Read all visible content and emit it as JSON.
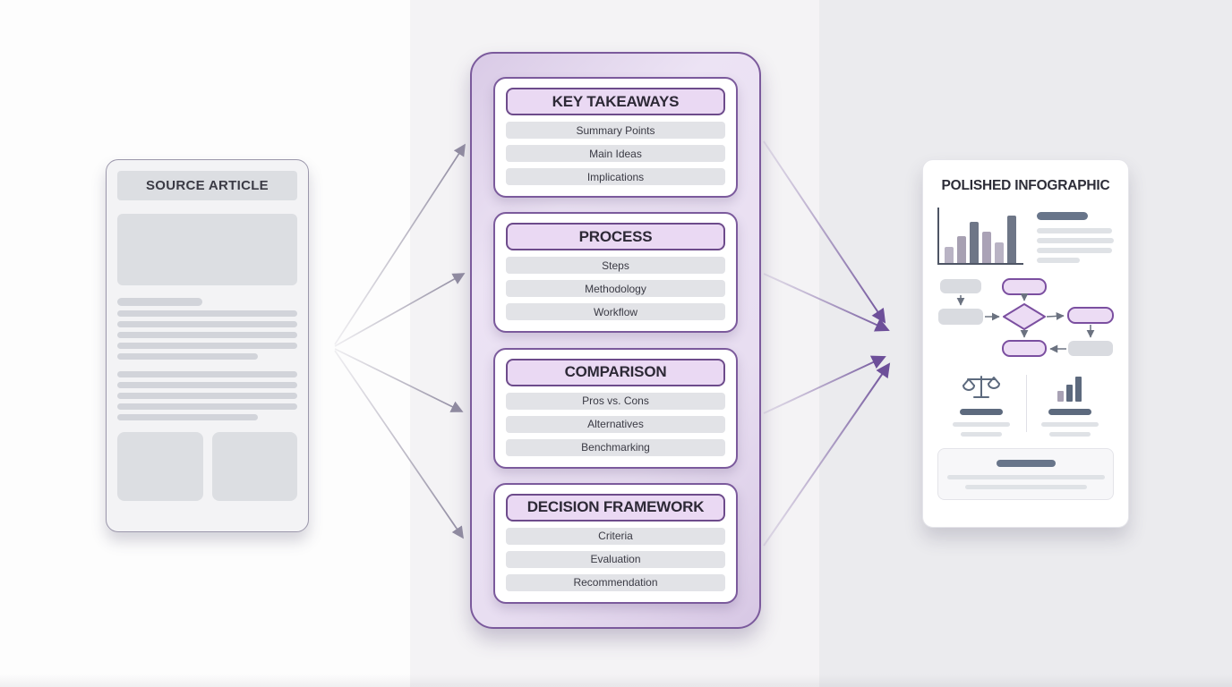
{
  "source_card": {
    "title": "SOURCE ARTICLE"
  },
  "extraction_panel": {
    "sections": [
      {
        "title": "KEY TAKEAWAYS",
        "items": [
          "Summary Points",
          "Main Ideas",
          "Implications"
        ]
      },
      {
        "title": "PROCESS",
        "items": [
          "Steps",
          "Methodology",
          "Workflow"
        ]
      },
      {
        "title": "COMPARISON",
        "items": [
          "Pros vs. Cons",
          "Alternatives",
          "Benchmarking"
        ]
      },
      {
        "title": "DECISION FRAMEWORK",
        "items": [
          "Criteria",
          "Evaluation",
          "Recommendation"
        ]
      }
    ]
  },
  "infographic_card": {
    "title": "POLISHED INFOGRAPHIC",
    "bar_chart": {
      "heights": [
        18,
        30,
        46,
        35,
        23,
        53
      ],
      "colors": [
        "#b9b3c4",
        "#a7a0b2",
        "#6e7687",
        "#aaa2b6",
        "#b9b3c4",
        "#6e7687"
      ]
    }
  },
  "colors": {
    "accent_purple_border": "#7b5a9c",
    "accent_purple_fill": "#ead9f3",
    "panel_lavender": "#e8def1",
    "arrow_purple": "#6d4f99",
    "arrow_gray": "#9d98ab",
    "placeholder_gray": "#dcdee2",
    "slate_dark": "#5d6a7e"
  }
}
